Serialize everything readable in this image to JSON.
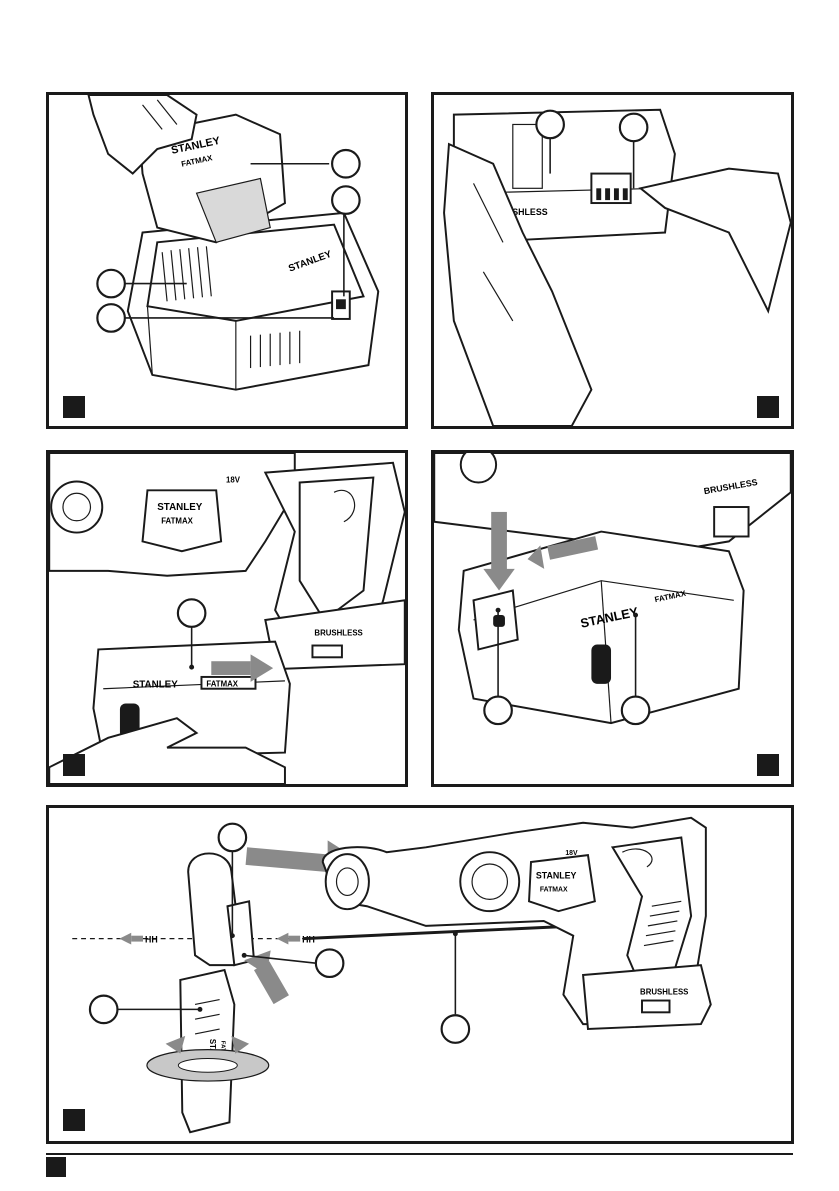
{
  "brand": {
    "name": "STANLEY",
    "sub": "FATMAX",
    "motor": "BRUSHLESS",
    "voltage": "18V"
  },
  "dashed_marks": [
    "HH",
    "HH",
    "HH"
  ],
  "colors": {
    "ink": "#1a1a1a",
    "arrow": "#8a8a8a",
    "paper": "#ffffff"
  },
  "icons": [
    "arrow-icon",
    "rotate-icon",
    "callout-circle-icon",
    "figure-marker-icon"
  ]
}
